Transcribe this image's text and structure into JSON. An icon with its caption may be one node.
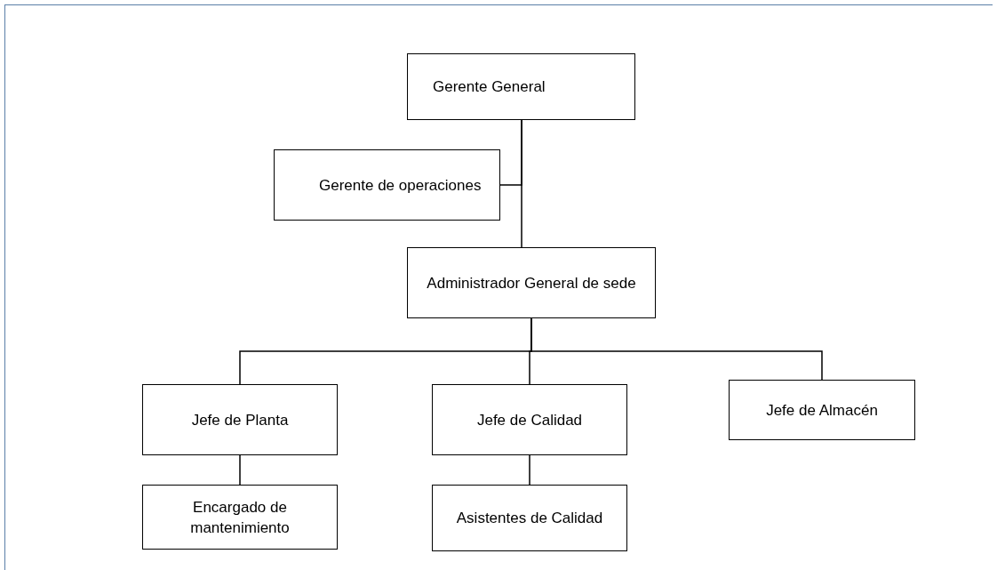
{
  "diagram": {
    "nodes": [
      {
        "text": [
          "Gerente General"
        ]
      },
      {
        "text": [
          "Gerente de operaciones"
        ]
      },
      {
        "text": [
          "Administrador General de sede"
        ]
      },
      {
        "text": [
          "Jefe de Planta"
        ]
      },
      {
        "text": [
          "Jefe de Calidad"
        ]
      },
      {
        "text": [
          "Jefe de Almacén"
        ]
      },
      {
        "text": [
          "Encargado de mantenimiento"
        ]
      },
      {
        "text": [
          "Asistentes de Calidad"
        ]
      }
    ],
    "edges": [
      {
        "from": 0,
        "to": 1,
        "arrow": "none"
      },
      {
        "from": 0,
        "to": 2,
        "arrow": "none"
      },
      {
        "from": 2,
        "to": 3,
        "arrow": "none"
      },
      {
        "from": 2,
        "to": 4,
        "arrow": "none"
      },
      {
        "from": 2,
        "to": 5,
        "arrow": "none"
      },
      {
        "from": 3,
        "to": 6,
        "arrow": "none"
      },
      {
        "from": 4,
        "to": 7,
        "arrow": "none"
      }
    ]
  }
}
